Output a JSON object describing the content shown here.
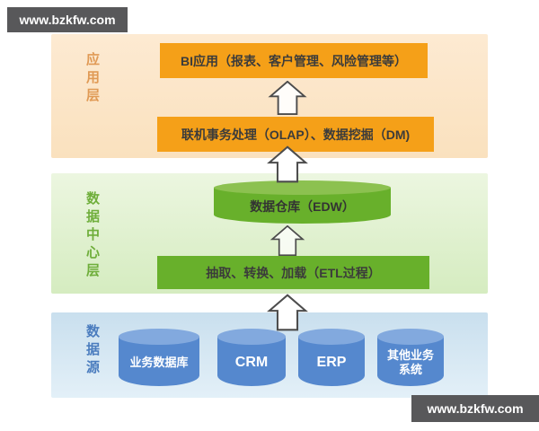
{
  "watermarks": {
    "top": "www.bzkfw.com",
    "bottom": "www.bzkfw.com"
  },
  "diagram": {
    "application_layer": {
      "label": "应用层",
      "bi_box": "BI应用（报表、客户管理、风险管理等）",
      "olap_box": "联机事务处理（OLAP）、数据挖掘（DM)"
    },
    "data_center_layer": {
      "label": "数据中心层",
      "edw_cylinder": "数据仓库（EDW）",
      "etl_box": "抽取、转换、加载（ETL过程）"
    },
    "source_layer": {
      "label": "数据源",
      "cylinders": [
        "业务数据库",
        "CRM",
        "ERP",
        "其他业务系统"
      ]
    }
  },
  "colors": {
    "orange_box": "#F5A018",
    "orange_section_bg": "#FBE4C4",
    "green_box": "#68B02B",
    "green_section_bg": "#DDEFCB",
    "blue_cylinder": "#5588CE",
    "blue_section_bg": "#D3E6F2",
    "watermark_bg": "#58585A",
    "arrow_stroke": "#4C4C4C"
  }
}
